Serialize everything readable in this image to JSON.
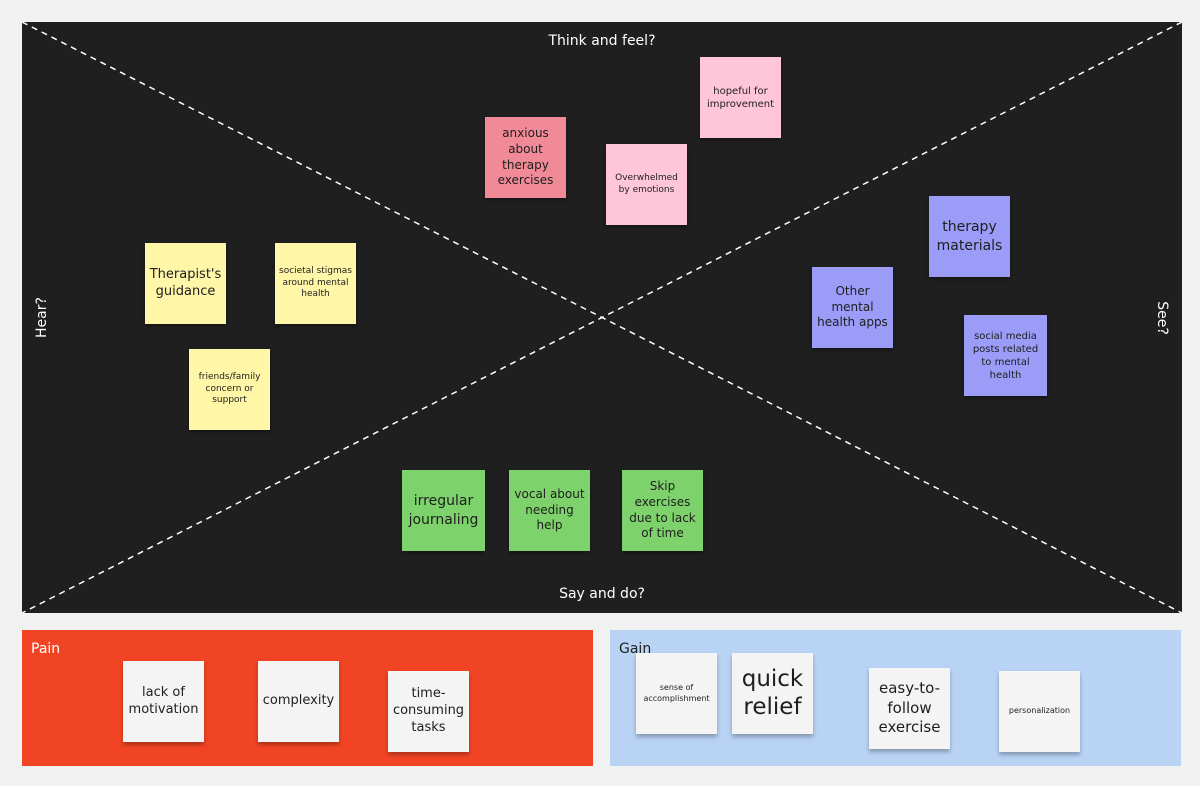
{
  "empathy_map": {
    "quadrants": {
      "top": "Think and feel?",
      "bottom": "Say and do?",
      "left": "Hear?",
      "right": "See?"
    },
    "notes": {
      "think_feel": [
        "anxious about therapy exercises",
        "hopeful for improvement",
        "Overwhelmed by emotions"
      ],
      "hear": [
        "Therapist's guidance",
        "societal stigmas around mental health",
        "friends/family concern or support"
      ],
      "see": [
        "therapy materials",
        "Other mental health apps",
        "social media posts related to mental health"
      ],
      "say_do": [
        "irregular journaling",
        "vocal about needing help",
        "Skip exercises due to lack of time"
      ]
    },
    "note_colors": {
      "yellow": "#fff6a7",
      "pink": "#ffc6d9",
      "red": "#f08a96",
      "blue": "#9a9cf7",
      "green": "#7ed26b"
    },
    "board_color": "#1f1f1f"
  },
  "pain": {
    "title": "Pain",
    "color": "#f14424",
    "notes": [
      "lack of motivation",
      "complexity",
      "time-consuming tasks"
    ]
  },
  "gain": {
    "title": "Gain",
    "color": "#b9d3f4",
    "notes": [
      "sense of accomplishment",
      "quick relief",
      "easy-to-follow exercise",
      "personalization"
    ]
  }
}
